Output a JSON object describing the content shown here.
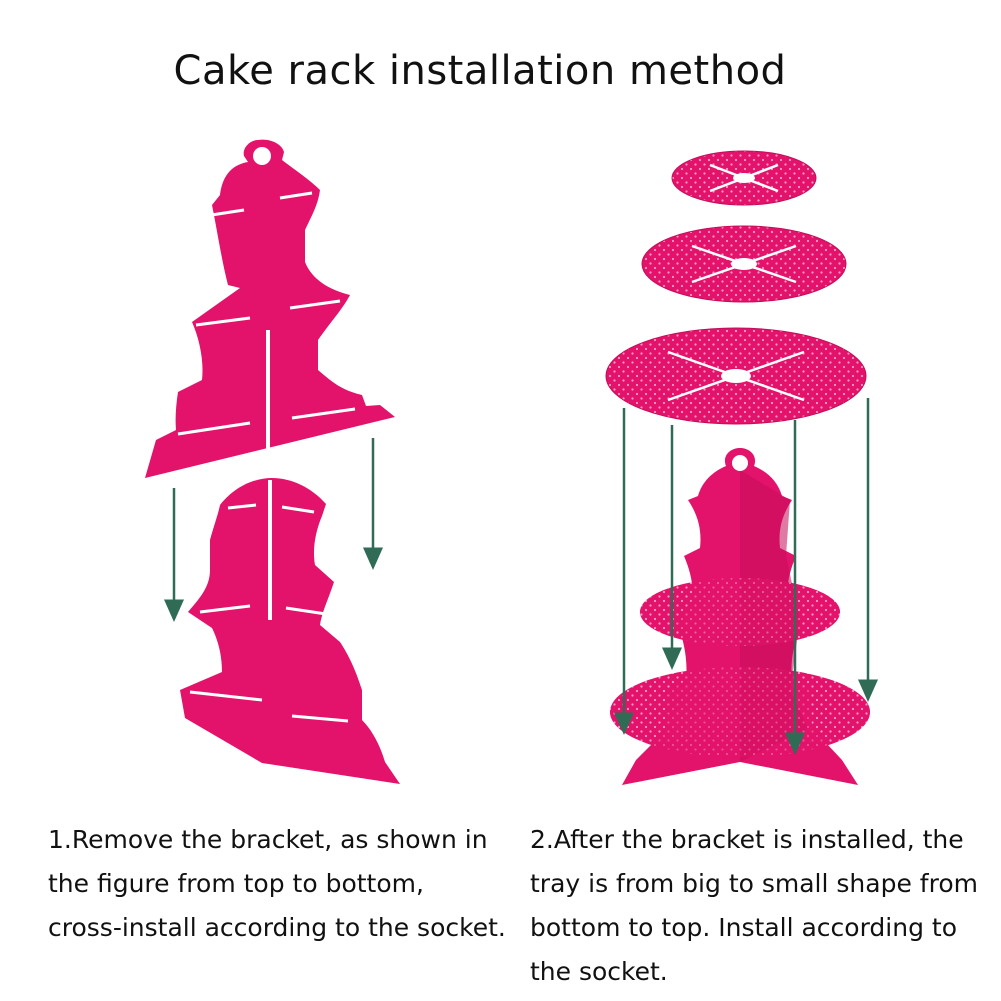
{
  "title": "Cake rack installation method",
  "colors": {
    "rack": "#e3126a",
    "rack_dark": "#c40d5a",
    "arrow": "#2f6b55"
  },
  "steps": [
    {
      "lines": [
        "1.Remove the bracket, as shown in",
        "the figure from top to bottom,",
        "cross-install according to the socket."
      ]
    },
    {
      "lines": [
        "2.After the bracket is installed, the",
        "tray is from big to small shape from",
        "bottom to top. Install according to",
        "the socket."
      ]
    }
  ]
}
